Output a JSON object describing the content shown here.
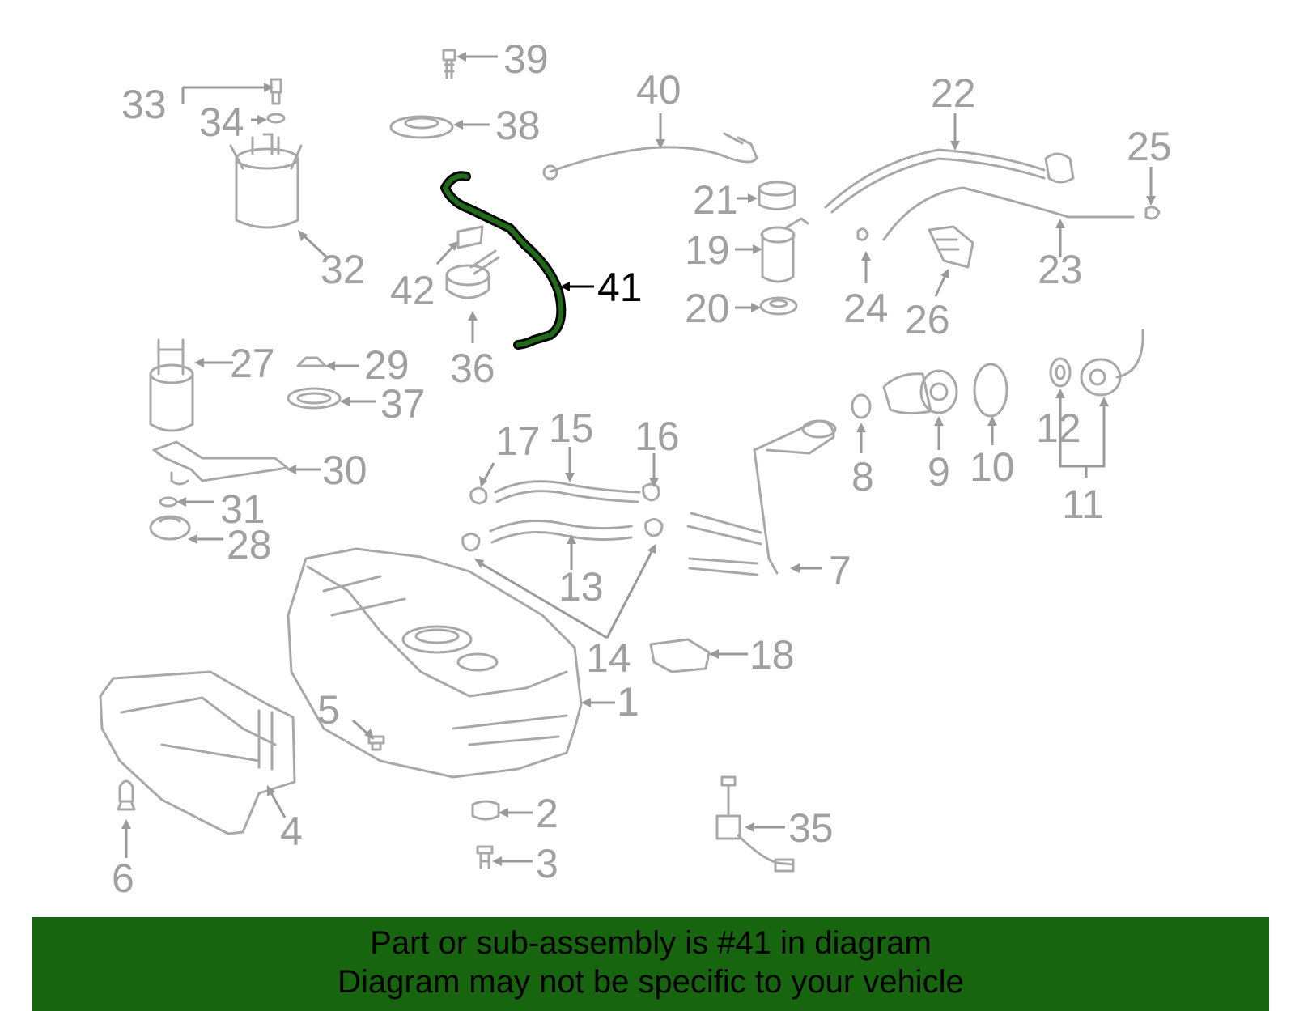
{
  "highlighted_part": "41",
  "colors": {
    "highlight_fill": "#1f6b17",
    "banner": "#17660f",
    "parts": "#a8a8a8"
  },
  "callouts": {
    "n1": "1",
    "n2": "2",
    "n3": "3",
    "n4": "4",
    "n5": "5",
    "n6": "6",
    "n7": "7",
    "n8": "8",
    "n9": "9",
    "n10": "10",
    "n11": "11",
    "n12": "12",
    "n13": "13",
    "n14": "14",
    "n15": "15",
    "n16": "16",
    "n17": "17",
    "n18": "18",
    "n19": "19",
    "n20": "20",
    "n21": "21",
    "n22": "22",
    "n23": "23",
    "n24": "24",
    "n25": "25",
    "n26": "26",
    "n27": "27",
    "n28": "28",
    "n29": "29",
    "n30": "30",
    "n31": "31",
    "n32": "32",
    "n33": "33",
    "n34": "34",
    "n35": "35",
    "n36": "36",
    "n37": "37",
    "n38": "38",
    "n39": "39",
    "n40": "40",
    "n41": "41",
    "n42": "42"
  },
  "footer": {
    "line1": "Part or sub-assembly is #41 in diagram",
    "line2": "Diagram may not be specific to your vehicle"
  }
}
